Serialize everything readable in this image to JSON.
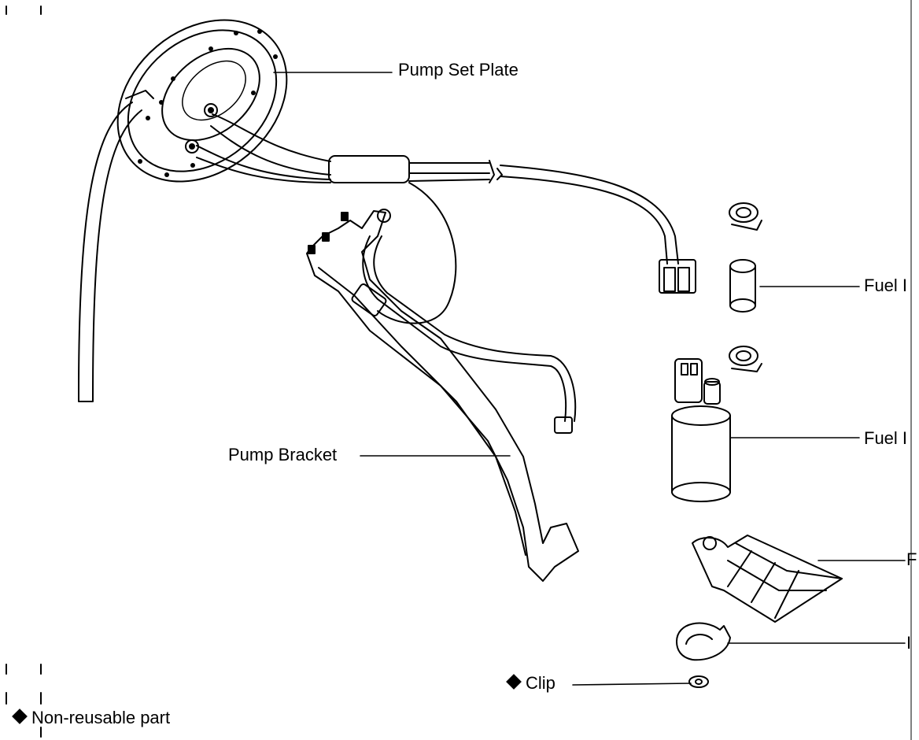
{
  "labels": {
    "pump_set_plate": "Pump Set Plate",
    "pump_bracket": "Pump Bracket",
    "fuel_hose": "Fuel I",
    "fuel_pump": "Fuel I",
    "filter": "F",
    "cushion": "I",
    "clip": "Clip",
    "legend": "Non-reusable part"
  },
  "colors": {
    "ink": "#000000",
    "paper": "#ffffff"
  },
  "icons": {
    "non_reusable_marker": "filled-diamond"
  }
}
